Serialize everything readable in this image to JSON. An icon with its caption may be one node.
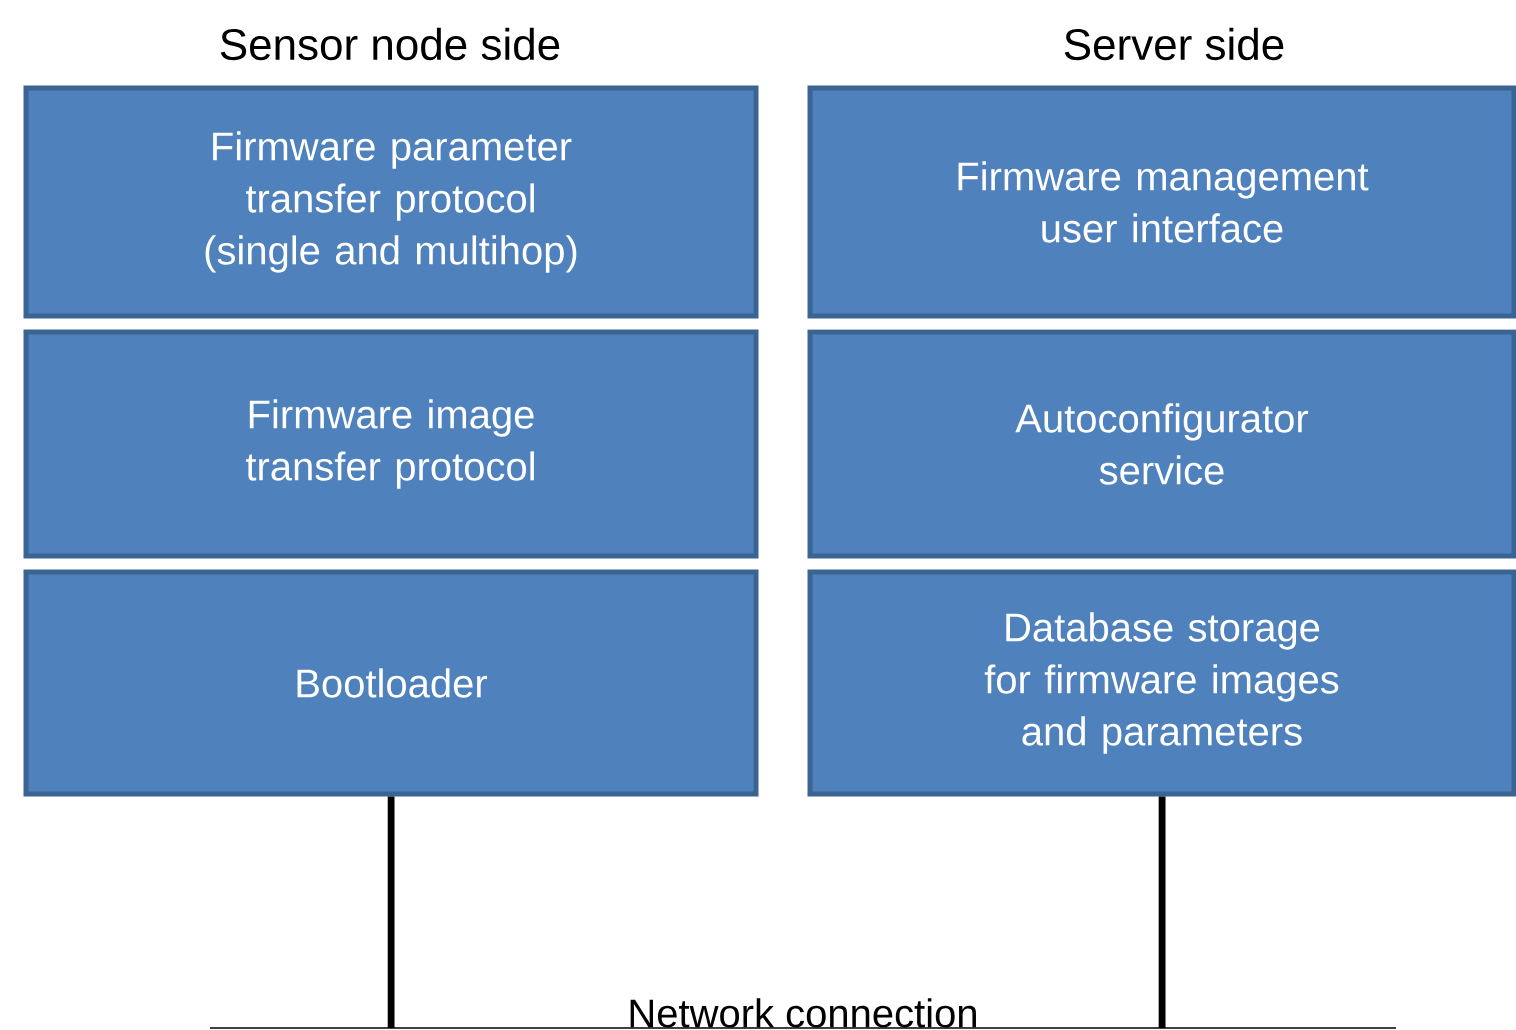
{
  "diagram": {
    "nodes": [
      {
        "text": [
          "Firmware parameter transfer protocol (single and multihop)"
        ]
      },
      {
        "text": [
          "Firmware image transfer protocol"
        ]
      },
      {
        "text": [
          "Bootloader"
        ]
      },
      {
        "text": [
          "Firmware management user interface"
        ]
      },
      {
        "text": [
          "Autoconfigurator service"
        ]
      },
      {
        "text": [
          "Database storage for firmware images and parameters"
        ]
      },
      {
        "text": [
          "Network connection"
        ]
      }
    ],
    "edges": [
      {
        "from": 2,
        "to": 6,
        "arrow": "none"
      },
      {
        "from": 5,
        "to": 6,
        "arrow": "none"
      }
    ],
    "labels": [
      "Sensor node side",
      "Server side"
    ]
  }
}
